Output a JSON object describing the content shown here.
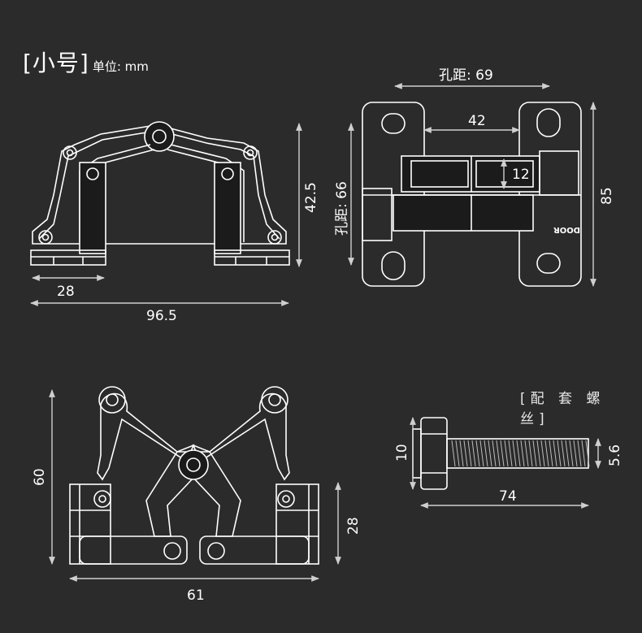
{
  "title": {
    "size": "[小号]",
    "unit": "单位: mm"
  },
  "accessory_label": "[配 套 螺 丝]",
  "views": {
    "front": {
      "width_base": "28",
      "width_total": "96.5",
      "height": "42.5"
    },
    "side": {
      "hole_distance_h": "孔距: 69",
      "inner": "42",
      "gap": "12",
      "hole_distance_v": "孔距: 66",
      "height": "85",
      "engraving": "DOOR"
    },
    "open": {
      "height": "60",
      "width": "61",
      "base_height": "28"
    },
    "screw": {
      "head": "10",
      "thread": "5.6",
      "length": "74"
    }
  },
  "colors": {
    "background": "#2b2b2b",
    "lines": "#ffffff",
    "dimensions": "#cfcfcf"
  }
}
